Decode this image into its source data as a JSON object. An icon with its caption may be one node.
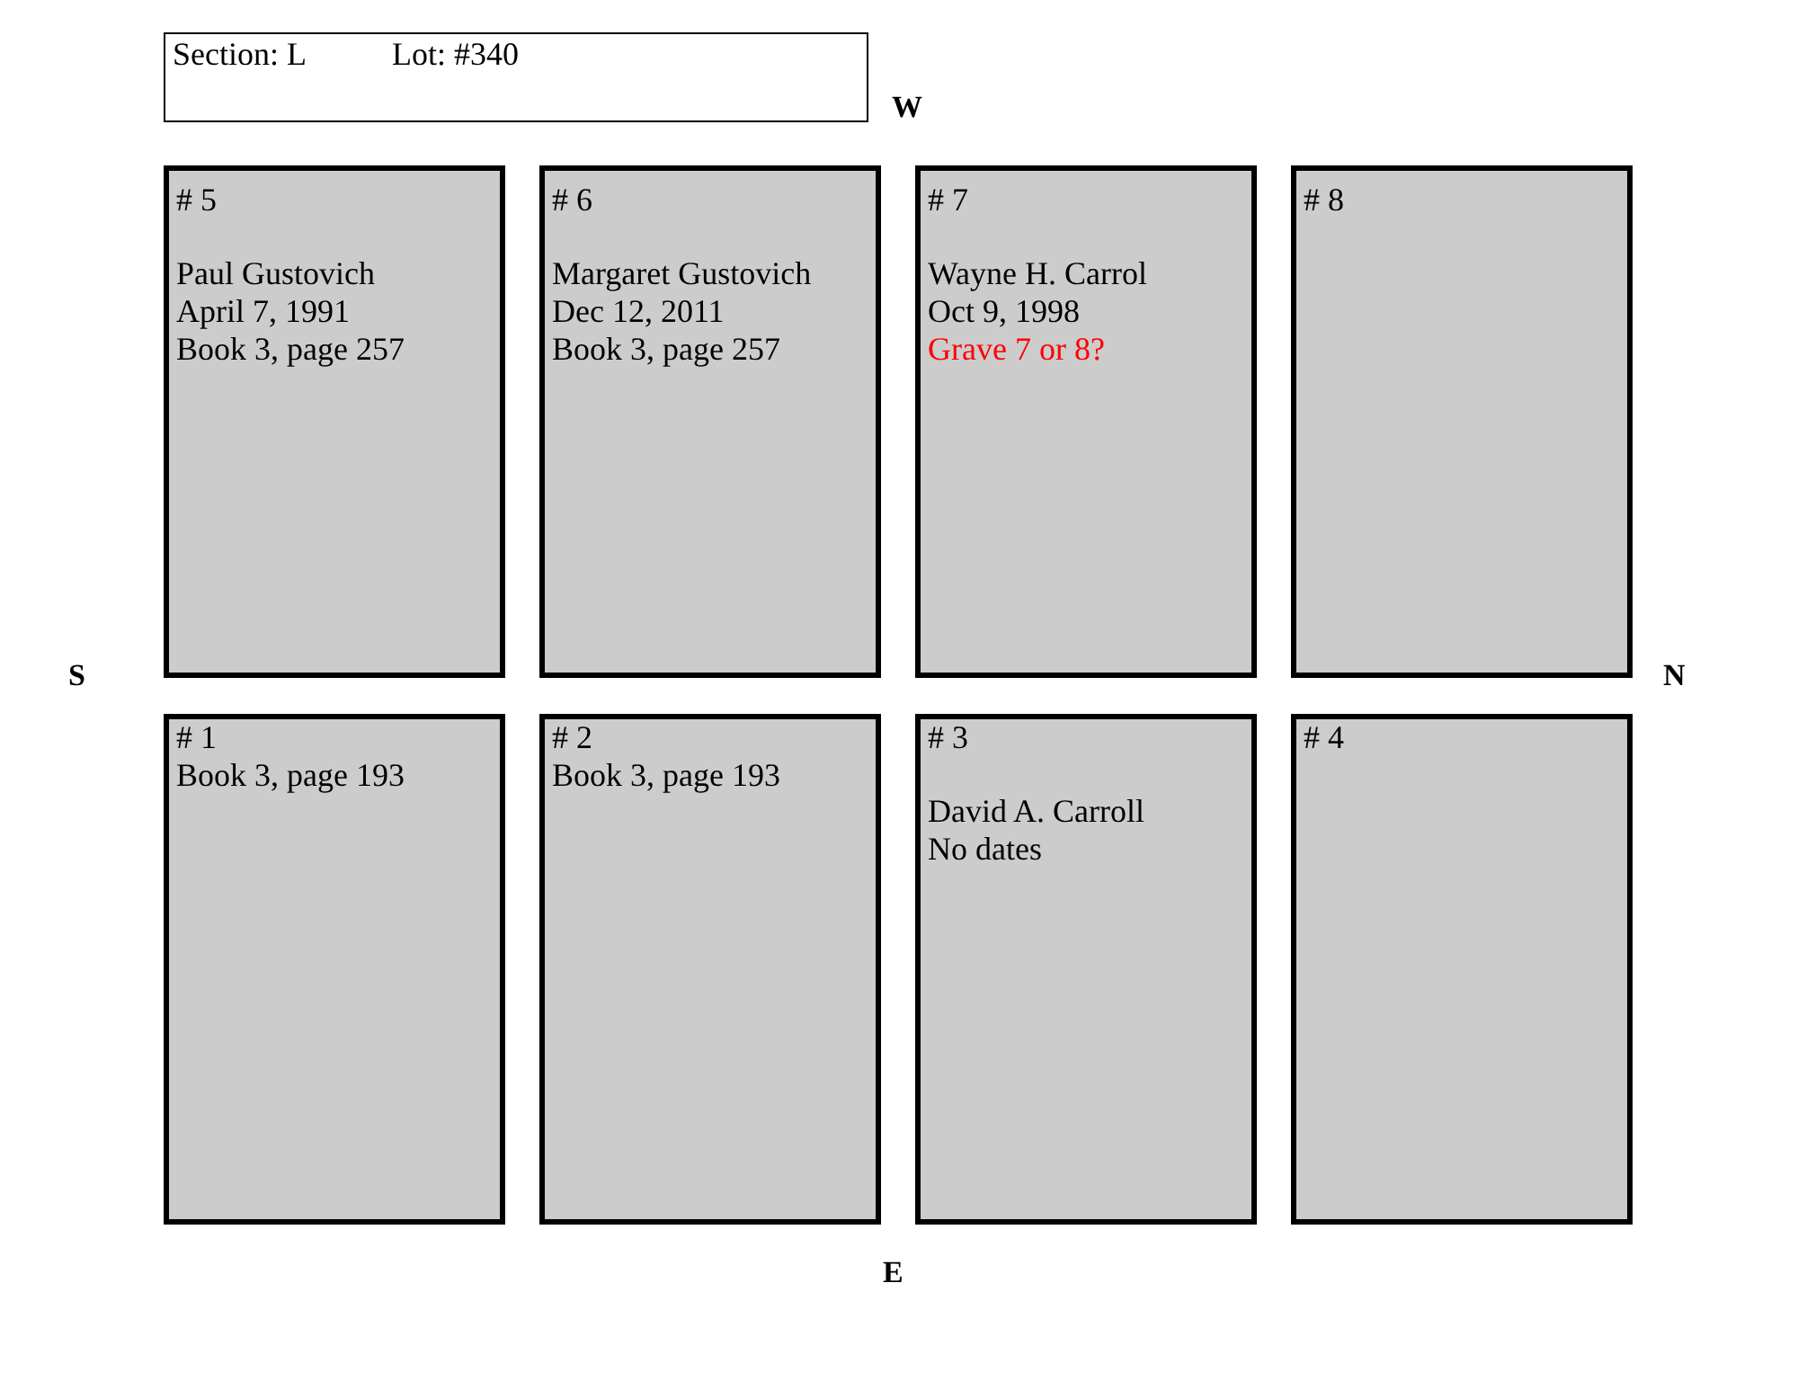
{
  "diagram": {
    "nodes": [
      {
        "text": [
          "Section: L",
          "Lot: #340"
        ]
      },
      {
        "text": [
          "# 5",
          "Paul Gustovich",
          "April 7, 1991",
          "Book 3, page 257"
        ]
      },
      {
        "text": [
          "# 6",
          "Margaret Gustovich",
          "Dec 12, 2011",
          "Book 3, page 257"
        ]
      },
      {
        "text": [
          "# 7",
          "Wayne H. Carrol",
          "Oct 9, 1998",
          "Grave 7 or 8?"
        ]
      },
      {
        "text": [
          "# 8"
        ]
      },
      {
        "text": [
          "# 1",
          "Book 3, page 193"
        ]
      },
      {
        "text": [
          "# 2",
          "Book 3, page 193"
        ]
      },
      {
        "text": [
          "# 3",
          "David A. Carroll",
          "No dates"
        ]
      },
      {
        "text": [
          "# 4"
        ]
      }
    ],
    "edges": [],
    "labels": [
      "W",
      "S",
      "N",
      "E"
    ]
  }
}
